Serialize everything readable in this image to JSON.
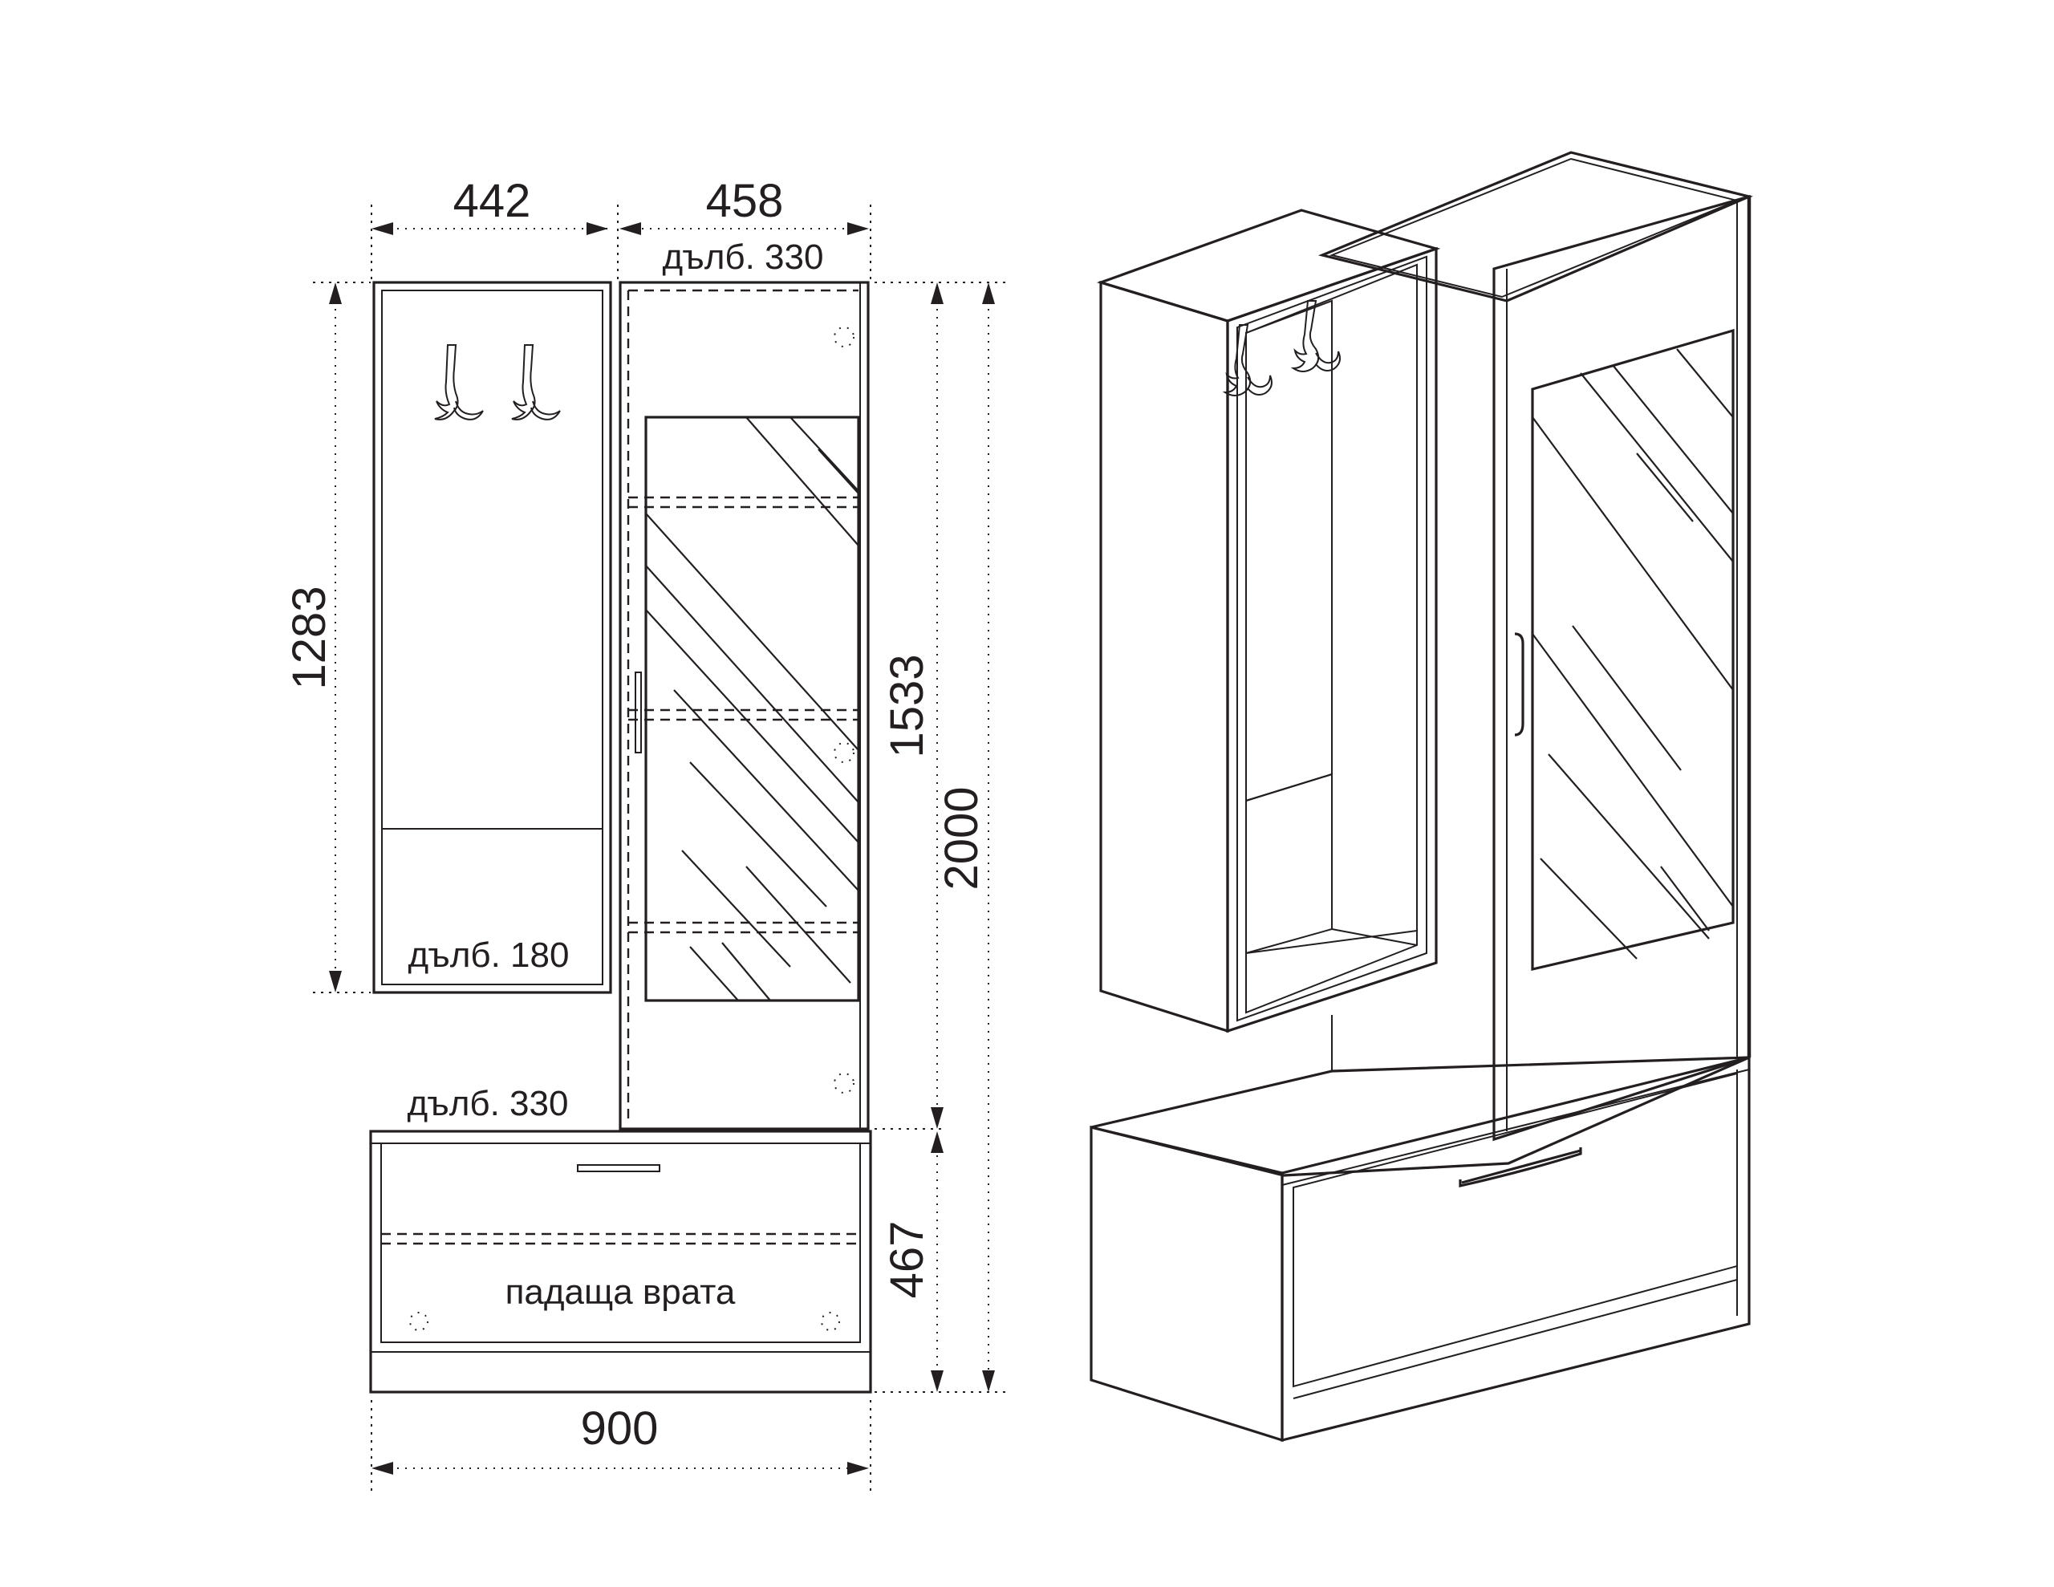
{
  "dimensions": {
    "left_width": "442",
    "right_width": "458",
    "total_width": "900",
    "upper_height": "1283",
    "cabinet_height": "1533",
    "total_height": "2000",
    "bench_height": "467"
  },
  "labels": {
    "depth_top_right": "дълб. 330",
    "depth_upper_left": "дълб. 180",
    "depth_bench": "дълб. 330",
    "bench_door": "падаща врата"
  },
  "colors": {
    "line": "#231f20",
    "background": "#ffffff"
  }
}
